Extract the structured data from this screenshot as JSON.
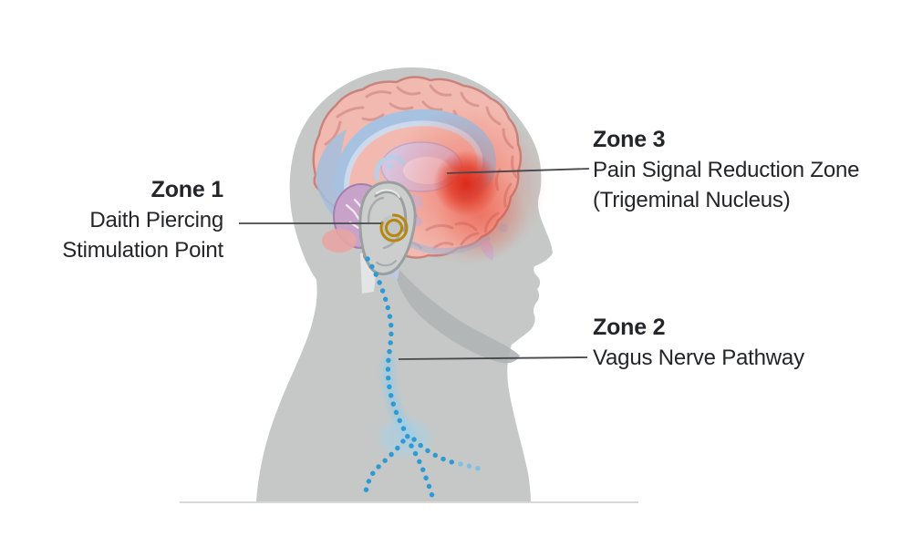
{
  "labels": {
    "zone1": {
      "title": "Zone 1",
      "line1": "Daith Piercing",
      "line2": "Stimulation Point"
    },
    "zone2": {
      "title": "Zone 2",
      "line1": "Vagus Nerve Pathway"
    },
    "zone3": {
      "title": "Zone 3",
      "line1": "Pain Signal Reduction Zone",
      "line2": "(Trigeminal Nucleus)"
    }
  },
  "colors": {
    "silhouette": "#c6c8c7",
    "jaw_shadow": "#b0b4b4",
    "cortex_pink": "#f2b9b0",
    "cortex_outline": "#c8837d",
    "sulci_pink": "#d6938d",
    "inner_blue": "#a6c2e0",
    "occipital_blue": "#a2bedd",
    "thalamus_lavender": "#d9c4df",
    "cerebellum_purple": "#c9a2ca",
    "brainstem_blue": "#c6d0e8",
    "pain_red": "#e03522",
    "vagus_blue": "#2d9bd3",
    "vagus_glow": "#86cbee",
    "gold_ring": "#b8870e",
    "leader_line": "#46484c",
    "baseline": "#d7d9d9",
    "text": "#232528"
  }
}
